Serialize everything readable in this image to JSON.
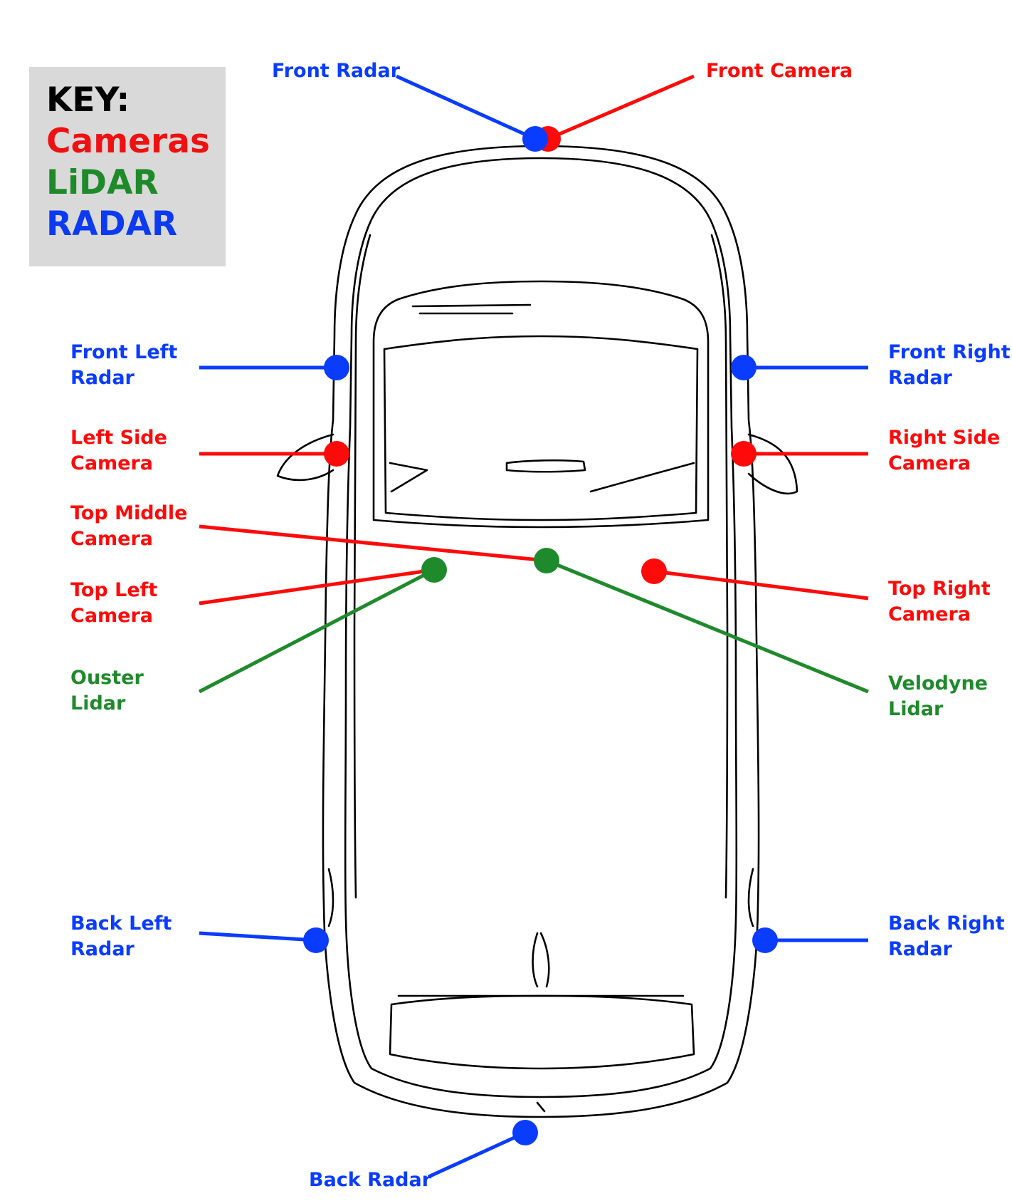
{
  "key": {
    "title": "KEY:",
    "items": [
      {
        "label": "Cameras",
        "color": "#ee1111"
      },
      {
        "label": "LiDAR",
        "color": "#1e8a2a"
      },
      {
        "label": "RADAR",
        "color": "#0b3af0"
      }
    ]
  },
  "colors": {
    "camera": "#ff0a0a",
    "lidar": "#1f8a2b",
    "radar": "#0a3cff",
    "outline": "#000000"
  },
  "sensors": {
    "front_radar": {
      "line1": "Front Radar",
      "type": "radar"
    },
    "front_camera": {
      "line1": "Front Camera",
      "type": "camera"
    },
    "front_left_radar": {
      "line1": "Front Left",
      "line2": "Radar",
      "type": "radar"
    },
    "front_right_radar": {
      "line1": "Front Right",
      "line2": "Radar",
      "type": "radar"
    },
    "left_side_camera": {
      "line1": "Left Side",
      "line2": "Camera",
      "type": "camera"
    },
    "right_side_camera": {
      "line1": "Right Side",
      "line2": "Camera",
      "type": "camera"
    },
    "top_middle_camera": {
      "line1": "Top Middle",
      "line2": "Camera",
      "type": "camera"
    },
    "top_left_camera": {
      "line1": "Top Left",
      "line2": "Camera",
      "type": "camera"
    },
    "top_right_camera": {
      "line1": "Top Right",
      "line2": "Camera",
      "type": "camera"
    },
    "ouster_lidar": {
      "line1": "Ouster",
      "line2": "Lidar",
      "type": "lidar"
    },
    "velodyne_lidar": {
      "line1": "Velodyne",
      "line2": "Lidar",
      "type": "lidar"
    },
    "back_left_radar": {
      "line1": "Back Left",
      "line2": "Radar",
      "type": "radar"
    },
    "back_right_radar": {
      "line1": "Back Right",
      "line2": "Radar",
      "type": "radar"
    },
    "back_radar": {
      "line1": "Back Radar",
      "type": "radar"
    }
  }
}
